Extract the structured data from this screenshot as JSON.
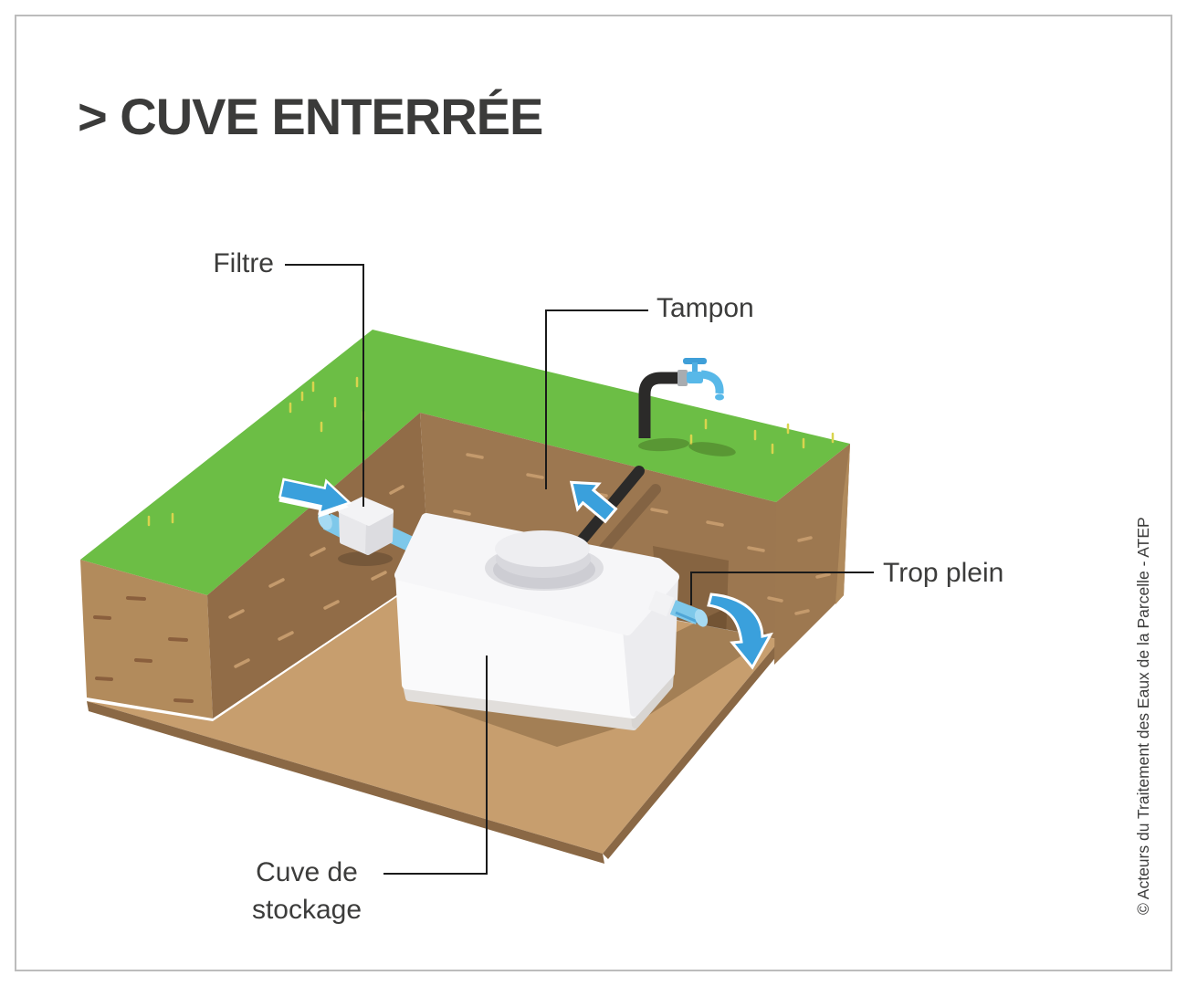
{
  "title": "> CUVE ENTERRÉE",
  "labels": {
    "filtre": "Filtre",
    "tampon": "Tampon",
    "trop_plein": "Trop plein",
    "cuve_line1": "Cuve de",
    "cuve_line2": "stockage"
  },
  "copyright": "© Acteurs du Traitement des Eaux de la Parcelle - ATEP",
  "colors": {
    "grass": "#6CBE45",
    "grass_tuft": "#D9D44E",
    "soil_face": "#B28B5C",
    "soil_wall_left": "#916C47",
    "soil_wall_back": "#9C7750",
    "soil_pillar": "#9D7850",
    "floor": "#C79E6E",
    "floor_edge": "#8A6845",
    "tank_white": "#FAFAFB",
    "pipe_blue": "#7EC8EA",
    "pipe_black": "#2B2A29",
    "faucet_blue": "#58B8E8",
    "arrow_blue": "#3AA0DC",
    "text": "#3C3C3B",
    "frame": "#BCBCBC"
  }
}
